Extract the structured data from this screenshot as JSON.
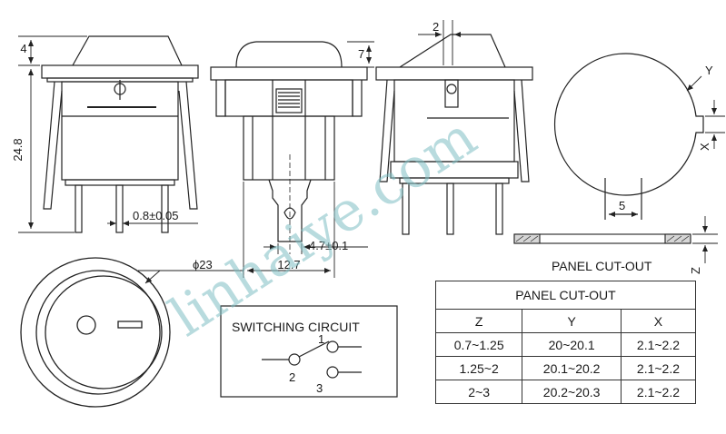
{
  "dimensions": {
    "top_height": "4",
    "overall_height": "24.8",
    "rocker_height": "7",
    "rocker_offset": "2",
    "terminal_width": "0.8±0.05",
    "terminal_tab": "4.7±0.1",
    "terminal_spacing": "12.7",
    "bezel_diameter": "ϕ23",
    "cutout_y": "Y",
    "cutout_x": "X",
    "cutout_key": "5",
    "panel_z": "Z"
  },
  "labels": {
    "panel_cutout": "PANEL CUT-OUT",
    "switching_circuit": "SWITCHING CIRCUIT",
    "pin1": "1",
    "pin2": "2",
    "pin3": "3"
  },
  "watermark": "linhaiye.com",
  "table": {
    "caption": "PANEL CUT-OUT",
    "headers": [
      "Z",
      "Y",
      "X"
    ],
    "rows": [
      [
        "0.7~1.25",
        "20~20.1",
        "2.1~2.2"
      ],
      [
        "1.25~2",
        "20.1~20.2",
        "2.1~2.2"
      ],
      [
        "2~3",
        "20.2~20.3",
        "2.1~2.2"
      ]
    ]
  }
}
